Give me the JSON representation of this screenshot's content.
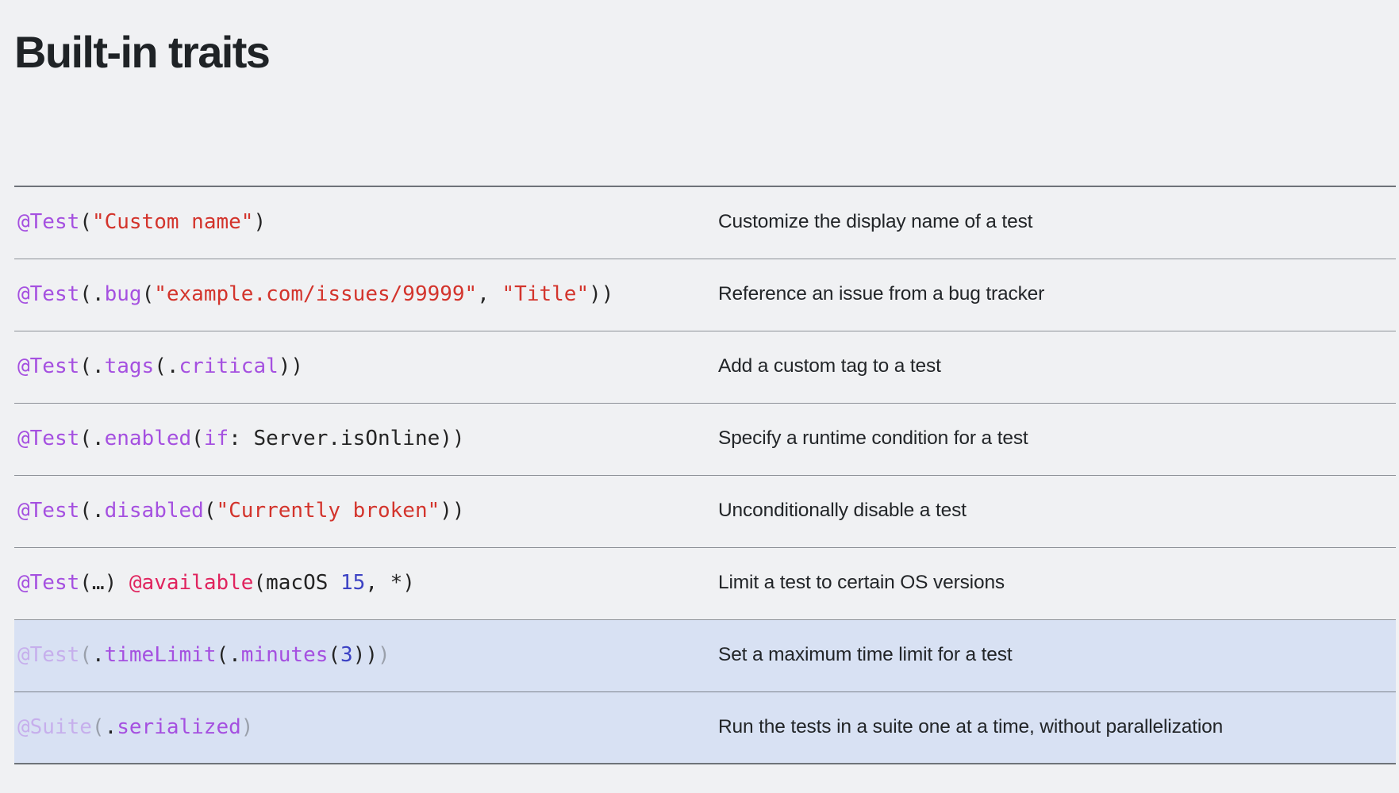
{
  "page": {
    "title": "Built-in traits",
    "background_color": "#f0f1f3",
    "highlight_color": "#d8e1f3"
  },
  "colors": {
    "attribute": "#a550e0",
    "member": "#a550e0",
    "keyword": "#a550e0",
    "string": "#d3342c",
    "available_attribute": "#e0245e",
    "number": "#3c42c4",
    "plain": "#242424",
    "rule": "#6e7379",
    "text": "#222528"
  },
  "table": {
    "rows": [
      {
        "code_plain": "@Test(\"Custom name\")",
        "description": "Customize the display name of a test",
        "highlighted": false,
        "tokens": [
          {
            "text": "@Test",
            "type": "attr"
          },
          {
            "text": "(",
            "type": "punct"
          },
          {
            "text": "\"Custom name\"",
            "type": "string"
          },
          {
            "text": ")",
            "type": "punct"
          }
        ]
      },
      {
        "code_plain": "@Test(.bug(\"example.com/issues/99999\", \"Title\"))",
        "description": "Reference an issue from a bug tracker",
        "highlighted": false,
        "tokens": [
          {
            "text": "@Test",
            "type": "attr"
          },
          {
            "text": "(.",
            "type": "punct"
          },
          {
            "text": "bug",
            "type": "member"
          },
          {
            "text": "(",
            "type": "punct"
          },
          {
            "text": "\"example.com/issues/99999\"",
            "type": "string"
          },
          {
            "text": ", ",
            "type": "punct"
          },
          {
            "text": "\"Title\"",
            "type": "string"
          },
          {
            "text": "))",
            "type": "punct"
          }
        ]
      },
      {
        "code_plain": "@Test(.tags(.critical))",
        "description": "Add a custom tag to a test",
        "highlighted": false,
        "tokens": [
          {
            "text": "@Test",
            "type": "attr"
          },
          {
            "text": "(.",
            "type": "punct"
          },
          {
            "text": "tags",
            "type": "member"
          },
          {
            "text": "(.",
            "type": "punct"
          },
          {
            "text": "critical",
            "type": "member"
          },
          {
            "text": "))",
            "type": "punct"
          }
        ]
      },
      {
        "code_plain": "@Test(.enabled(if: Server.isOnline))",
        "description": "Specify a runtime condition for a test",
        "highlighted": false,
        "tokens": [
          {
            "text": "@Test",
            "type": "attr"
          },
          {
            "text": "(.",
            "type": "punct"
          },
          {
            "text": "enabled",
            "type": "member"
          },
          {
            "text": "(",
            "type": "punct"
          },
          {
            "text": "if",
            "type": "keyword"
          },
          {
            "text": ": Server.isOnline))",
            "type": "plain"
          }
        ]
      },
      {
        "code_plain": "@Test(.disabled(\"Currently broken\"))",
        "description": "Unconditionally disable a test",
        "highlighted": false,
        "tokens": [
          {
            "text": "@Test",
            "type": "attr"
          },
          {
            "text": "(.",
            "type": "punct"
          },
          {
            "text": "disabled",
            "type": "member"
          },
          {
            "text": "(",
            "type": "punct"
          },
          {
            "text": "\"Currently broken\"",
            "type": "string"
          },
          {
            "text": "))",
            "type": "punct"
          }
        ]
      },
      {
        "code_plain": "@Test(…) @available(macOS 15, *)",
        "description": "Limit a test to certain OS versions",
        "highlighted": false,
        "tokens": [
          {
            "text": "@Test",
            "type": "attr"
          },
          {
            "text": "(…) ",
            "type": "punct"
          },
          {
            "text": "@available",
            "type": "available"
          },
          {
            "text": "(macOS ",
            "type": "plain"
          },
          {
            "text": "15",
            "type": "number"
          },
          {
            "text": ", *)",
            "type": "plain"
          }
        ]
      },
      {
        "code_plain": "@Test(.timeLimit(.minutes(3)))",
        "description": "Set a maximum time limit for a test",
        "highlighted": true,
        "tokens": [
          {
            "text": "@Test",
            "type": "attr",
            "faded": true
          },
          {
            "text": "(",
            "type": "punct",
            "faded": true
          },
          {
            "text": ".",
            "type": "punct"
          },
          {
            "text": "timeLimit",
            "type": "member"
          },
          {
            "text": "(.",
            "type": "punct"
          },
          {
            "text": "minutes",
            "type": "member"
          },
          {
            "text": "(",
            "type": "punct"
          },
          {
            "text": "3",
            "type": "number"
          },
          {
            "text": "))",
            "type": "punct"
          },
          {
            "text": ")",
            "type": "punct",
            "faded": true
          }
        ]
      },
      {
        "code_plain": "@Suite(.serialized)",
        "description": "Run the tests in a suite one at a time, without parallelization",
        "highlighted": true,
        "tokens": [
          {
            "text": "@Suite",
            "type": "attr",
            "faded": true
          },
          {
            "text": "(",
            "type": "punct",
            "faded": true
          },
          {
            "text": ".",
            "type": "punct"
          },
          {
            "text": "serialized",
            "type": "member"
          },
          {
            "text": ")",
            "type": "punct",
            "faded": true
          }
        ]
      }
    ]
  }
}
